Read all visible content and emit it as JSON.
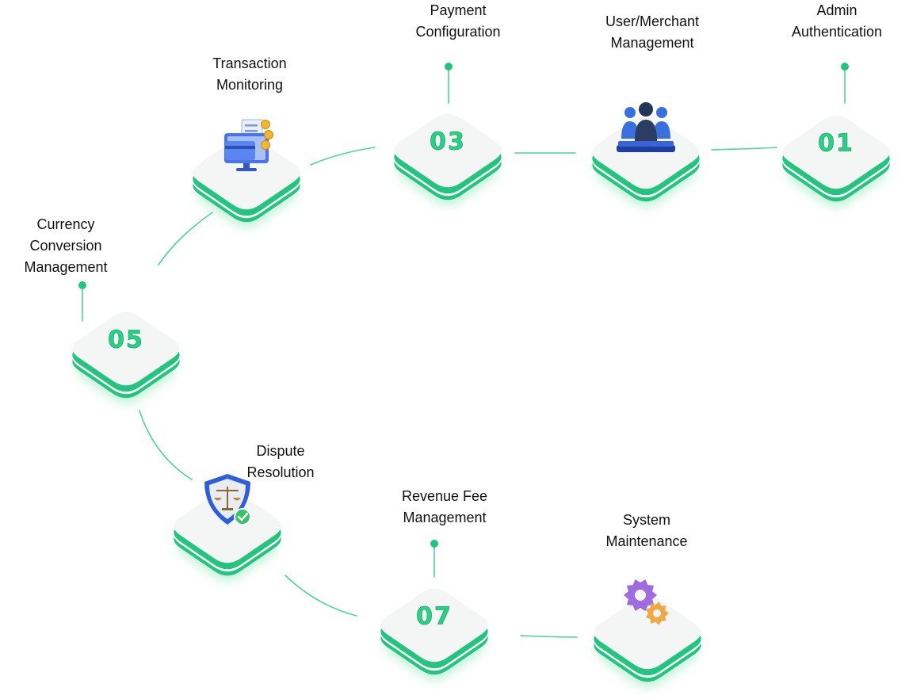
{
  "steps": [
    {
      "number": "01",
      "title_line1": "Admin",
      "title_line2": "Authentication",
      "title_line3": "",
      "icon": "number-badge"
    },
    {
      "number": "",
      "title_line1": "User/Merchant",
      "title_line2": "Management",
      "title_line3": "",
      "icon": "users-group-icon"
    },
    {
      "number": "03",
      "title_line1": "Payment",
      "title_line2": "Configuration",
      "title_line3": "",
      "icon": "number-badge"
    },
    {
      "number": "",
      "title_line1": "Transaction",
      "title_line2": "Monitoring",
      "title_line3": "",
      "icon": "payment-monitor-icon"
    },
    {
      "number": "05",
      "title_line1": "Currency",
      "title_line2": "Conversion",
      "title_line3": "Management",
      "icon": "number-badge"
    },
    {
      "number": "",
      "title_line1": "Dispute",
      "title_line2": "Resolution",
      "title_line3": "",
      "icon": "justice-shield-icon"
    },
    {
      "number": "07",
      "title_line1": "Revenue Fee",
      "title_line2": "Management",
      "title_line3": "",
      "icon": "number-badge"
    },
    {
      "number": "",
      "title_line1": "System",
      "title_line2": "Maintenance",
      "title_line3": "",
      "icon": "gears-icon"
    }
  ],
  "colors": {
    "accent": "#22c47e",
    "accent_dark": "#17a967",
    "tile_face": "#f4f6f6",
    "glow": "#b7f0d2",
    "text": "#111111"
  }
}
